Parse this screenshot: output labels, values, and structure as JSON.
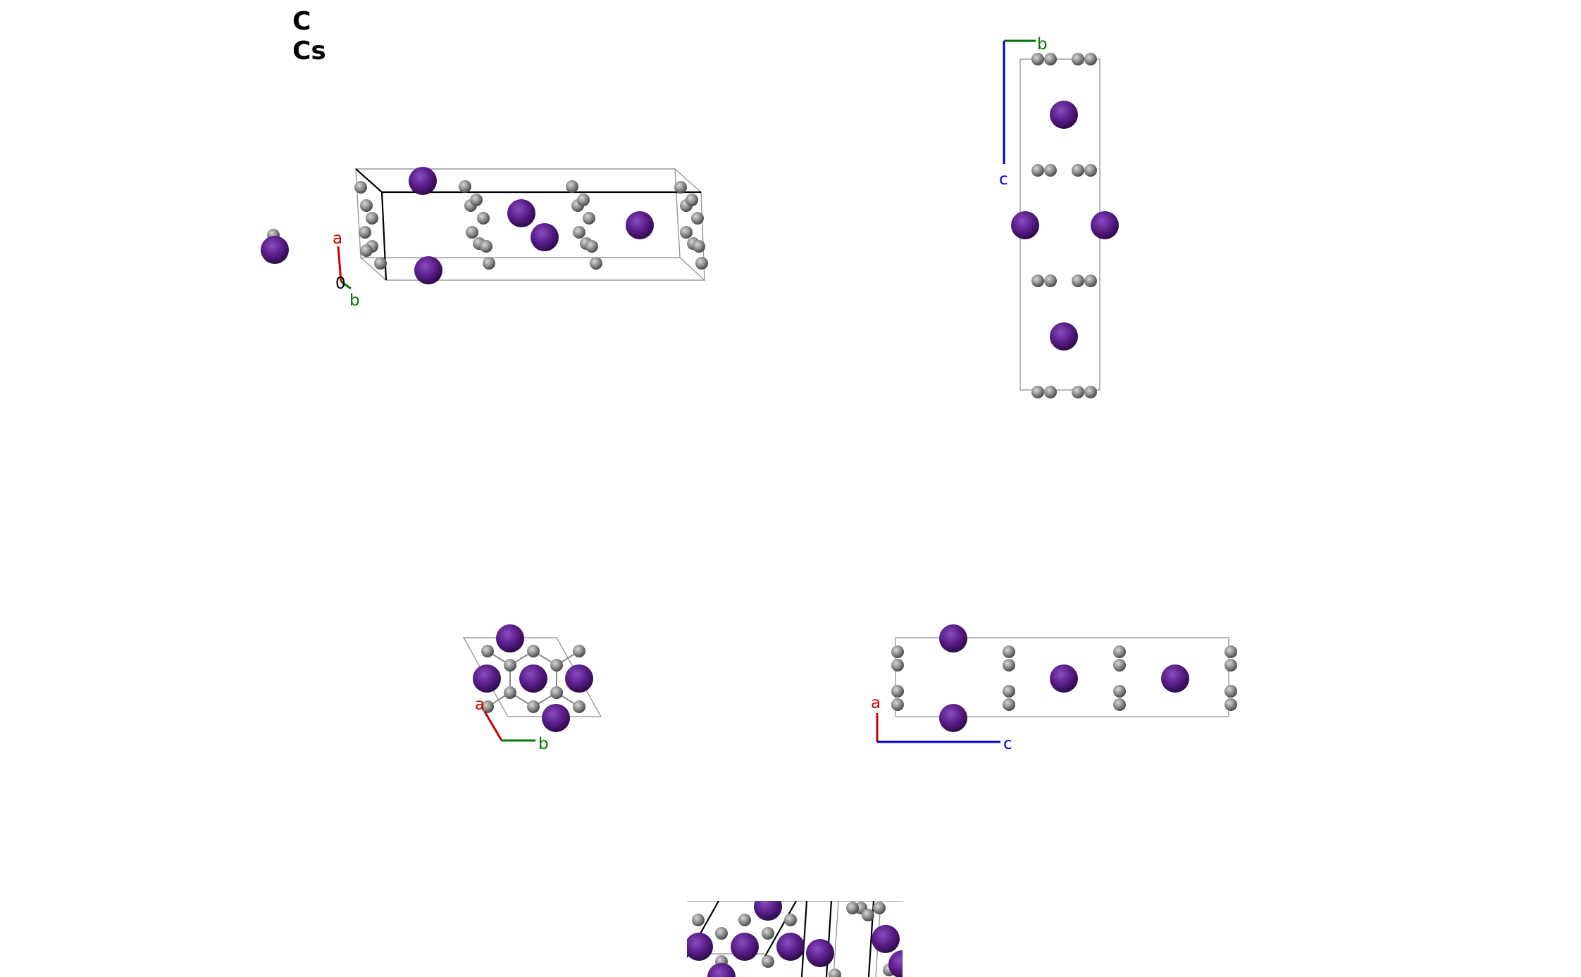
{
  "legend": {
    "items": [
      "C",
      "Cs"
    ]
  },
  "colors": {
    "C": "#8c8c8c",
    "Cs": "#5a1e8a",
    "axis_a": "#cc0000",
    "axis_b": "#007700",
    "axis_c": "#0000cc",
    "cell": "#9a9a9a"
  },
  "views": {
    "perspective": {
      "axis_labels": {
        "a": "a",
        "b": "b",
        "origin": "0"
      }
    },
    "bc": {
      "axis_labels": {
        "b": "b",
        "c": "c"
      }
    },
    "ab": {
      "axis_labels": {
        "a": "a",
        "b": "b"
      }
    },
    "ac": {
      "axis_labels": {
        "a": "a",
        "c": "c"
      }
    }
  }
}
